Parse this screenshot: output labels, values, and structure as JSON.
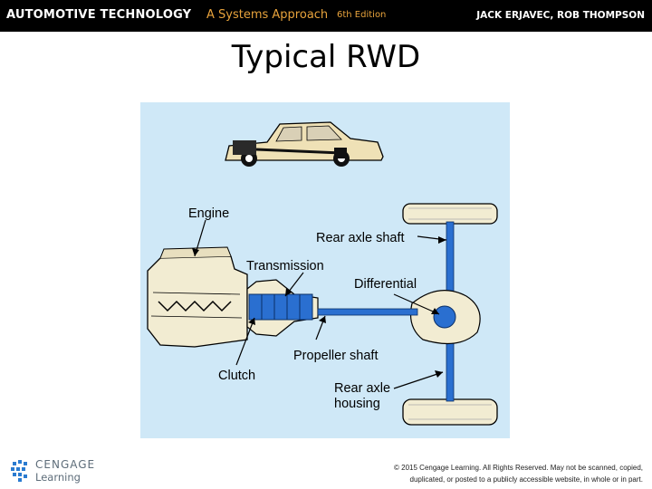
{
  "header": {
    "book_title": "AUTOMOTIVE TECHNOLOGY",
    "subtitle": "A Systems Approach",
    "edition": "6th Edition",
    "authors": "JACK ERJAVEC, ROB THOMPSON",
    "accent_color": "#e8a33c"
  },
  "slide": {
    "title": "Typical RWD"
  },
  "figure": {
    "background_color": "#cfe8f7",
    "drivetrain_color": "#2a6fd0",
    "labels": {
      "engine": "Engine",
      "rear_axle_shaft": "Rear axle shaft",
      "transmission": "Transmission",
      "differential": "Differential",
      "propeller_shaft": "Propeller shaft",
      "clutch": "Clutch",
      "rear_axle_housing_1": "Rear axle",
      "rear_axle_housing_2": "housing"
    }
  },
  "footer": {
    "logo_line1": "CENGAGE",
    "logo_line2": "Learning",
    "copyright_line1": "© 2015 Cengage Learning. All Rights Reserved. May not be scanned, copied,",
    "copyright_line2": "duplicated, or posted to a publicly accessible website, in whole or in part."
  }
}
